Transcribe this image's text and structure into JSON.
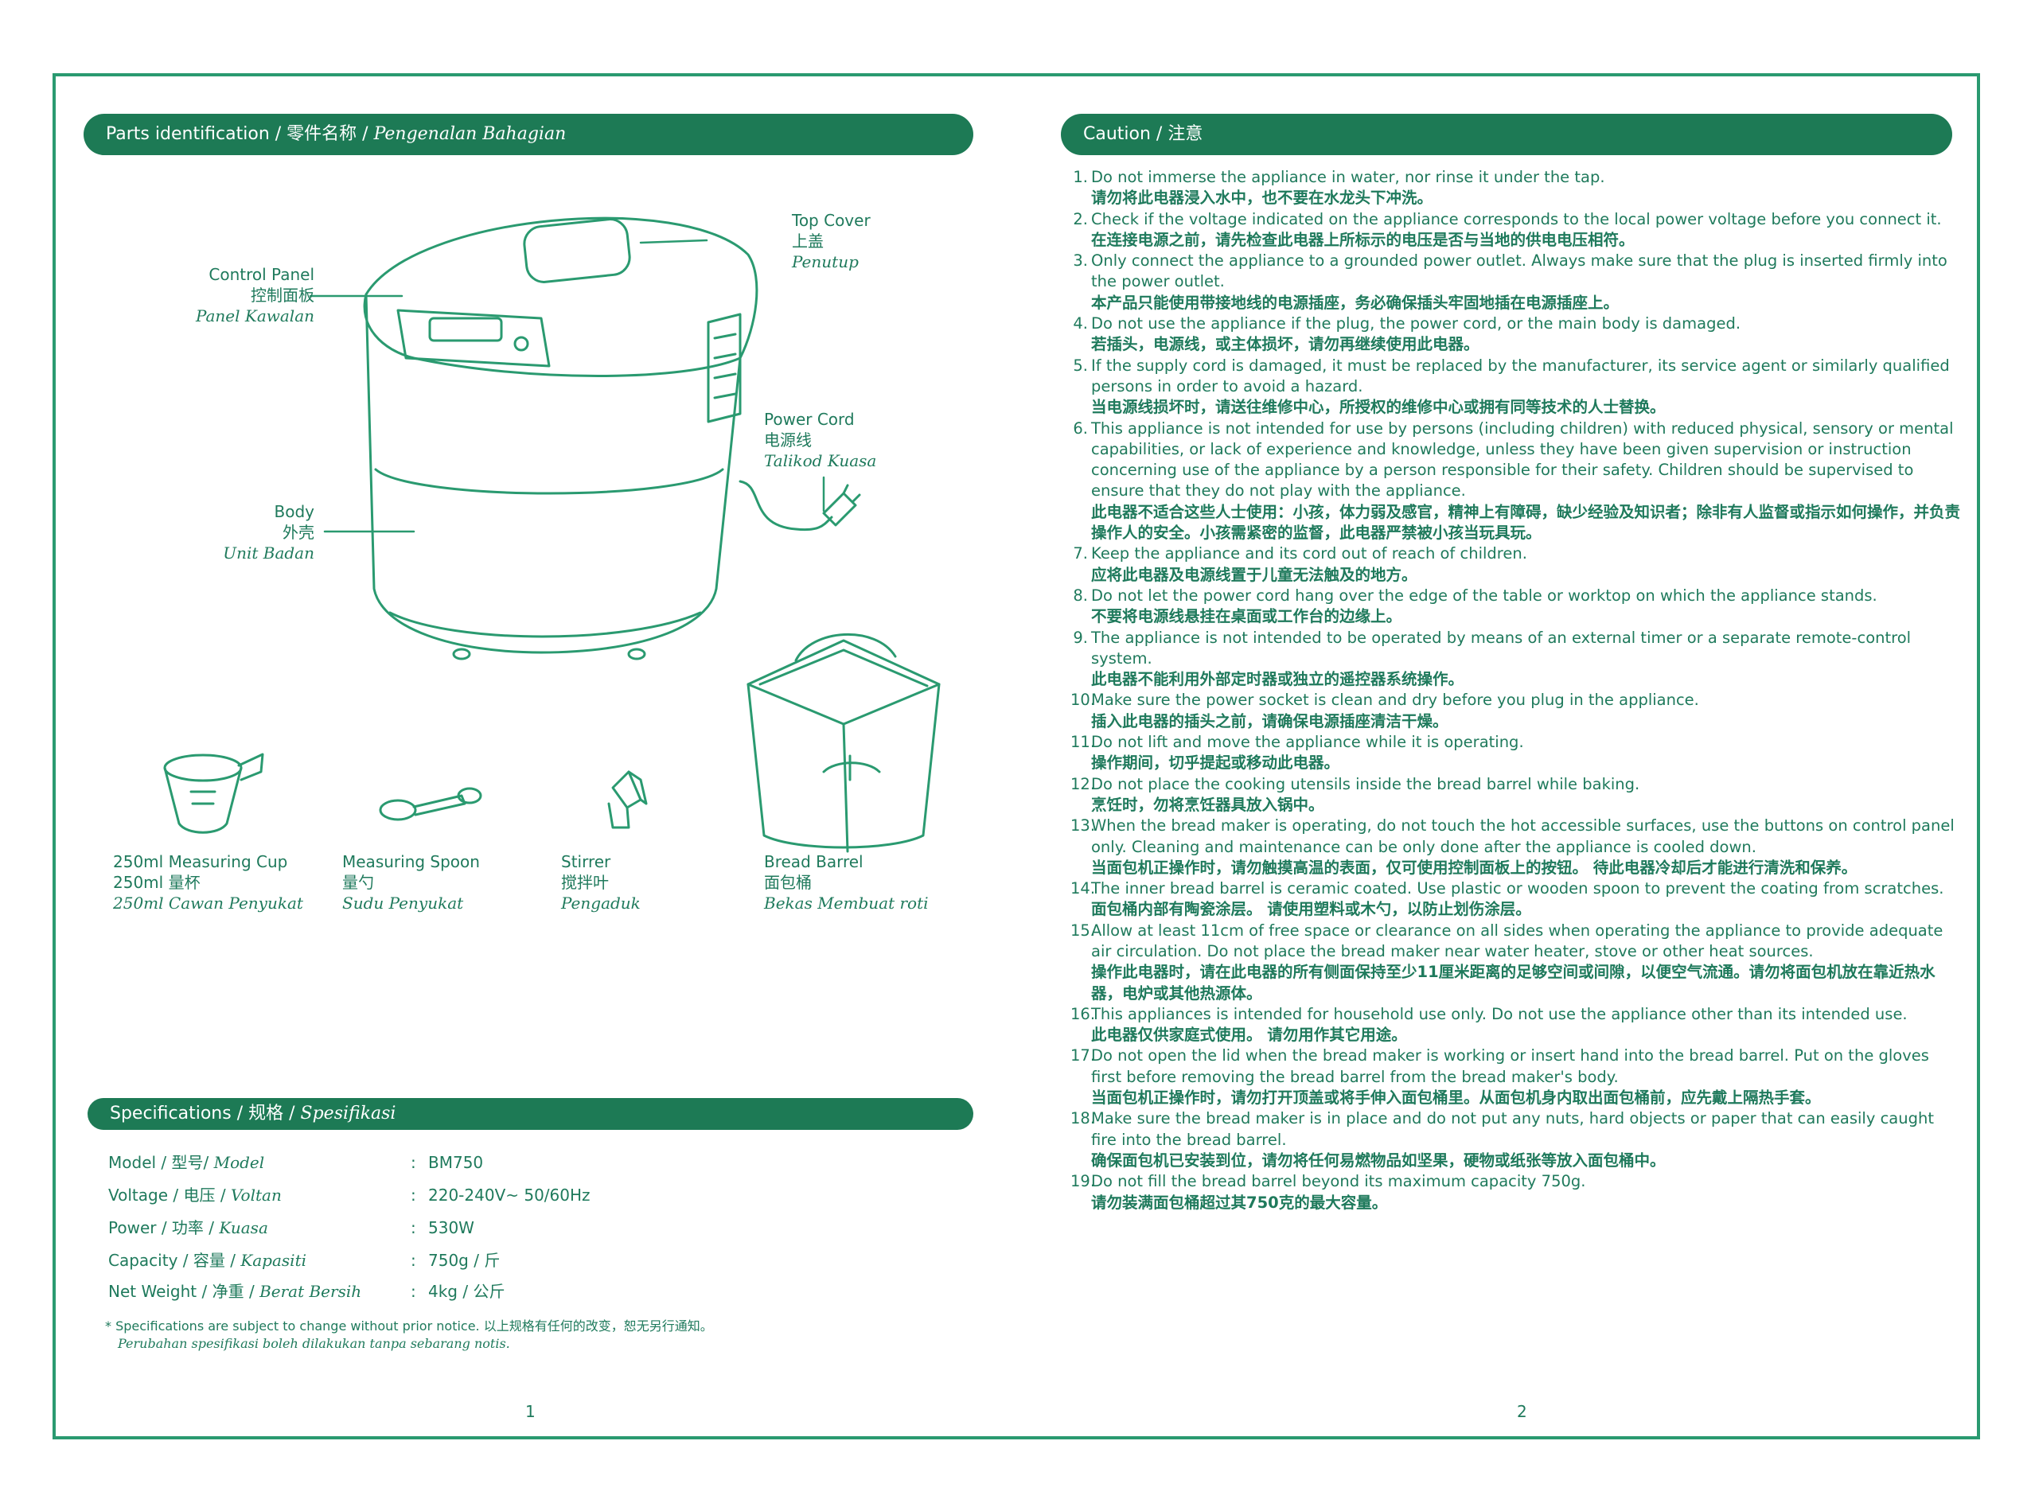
{
  "colors": {
    "accent": "#1d7a55",
    "text": "#1f7a5c",
    "frame": "#2a9a70"
  },
  "left": {
    "banner": {
      "en": "Parts identification / 零件名称 / ",
      "ms": "Pengenalan Bahagian"
    },
    "parts": {
      "control_panel": {
        "en": "Control Panel",
        "zh": "控制面板",
        "ms": "Panel Kawalan"
      },
      "top_cover": {
        "en": "Top Cover",
        "zh": "上盖",
        "ms": "Penutup"
      },
      "power_cord": {
        "en": "Power Cord",
        "zh": "电源线",
        "ms": "Talikod Kuasa"
      },
      "body": {
        "en": "Body",
        "zh": "外壳",
        "ms": "Unit Badan"
      },
      "measuring_cup": {
        "en": "250ml Measuring Cup",
        "zh": "250ml 量杯",
        "ms": "250ml Cawan Penyukat"
      },
      "measuring_spoon": {
        "en": "Measuring Spoon",
        "zh": "量勺",
        "ms": "Sudu Penyukat"
      },
      "stirrer": {
        "en": "Stirrer",
        "zh": "搅拌叶",
        "ms": "Pengaduk"
      },
      "bread_barrel": {
        "en": "Bread Barrel",
        "zh": "面包桶",
        "ms": "Bekas Membuat roti"
      }
    },
    "spec_banner": {
      "en": "Specifications / 规格 / ",
      "ms": "Spesifikasi"
    },
    "specs": [
      {
        "key": "Model / 型号/ ",
        "key_ms": "Model",
        "value": "BM750"
      },
      {
        "key": "Voltage / 电压 / ",
        "key_ms": "Voltan",
        "value": "220-240V~ 50/60Hz"
      },
      {
        "key": "Power / 功率 / ",
        "key_ms": "Kuasa",
        "value": "530W"
      },
      {
        "key": "Capacity / 容量 / ",
        "key_ms": "Kapasiti",
        "value": "750g / 斤"
      },
      {
        "key": "Net Weight / 净重 / ",
        "key_ms": "Berat Bersih",
        "value": "4kg / 公斤"
      }
    ],
    "spec_note": {
      "line1": "* Specifications are subject to change without prior notice. 以上规格有任何的改变，恕无另行通知。",
      "line2": "Perubahan spesifikasi boleh dilakukan tanpa sebarang notis."
    },
    "page_number": "1"
  },
  "right": {
    "banner": "Caution / 注意",
    "items": [
      {
        "n": "1.",
        "en": "Do not immerse the appliance in water, nor rinse it under the tap.",
        "zh": "请勿将此电器浸入水中，也不要在水龙头下冲洗。"
      },
      {
        "n": "2.",
        "en": "Check if the voltage indicated on the appliance corresponds to the local power voltage before you connect it.",
        "zh": "在连接电源之前，请先检查此电器上所标示的电压是否与当地的供电电压相符。"
      },
      {
        "n": "3.",
        "en": "Only connect the appliance to a grounded power outlet. Always make sure that the plug is inserted firmly into the power outlet.",
        "zh": "本产品只能使用带接地线的电源插座，务必确保插头牢固地插在电源插座上。"
      },
      {
        "n": "4.",
        "en": "Do not use the appliance if the plug, the power cord, or the main body is damaged.",
        "zh": "若插头，电源线，或主体损坏，请勿再继续使用此电器。"
      },
      {
        "n": "5.",
        "en": "If the supply cord is damaged, it must be replaced by the manufacturer, its service agent or similarly qualified persons in order to avoid a hazard.",
        "zh": "当电源线损坏时，请送往维修中心，所授权的维修中心或拥有同等技术的人士替换。"
      },
      {
        "n": "6.",
        "en": "This appliance is not intended for use by persons (including children) with reduced physical, sensory or mental capabilities, or lack of experience and knowledge, unless they have been given supervision or instruction concerning use of the appliance by a person responsible for their safety. Children should be supervised to ensure that they do not play with the appliance.",
        "zh": "此电器不适合这些人士使用：小孩，体力弱及感官，精神上有障碍，缺少经验及知识者；除非有人监督或指示如何操作，并负责操作人的安全。小孩需紧密的监督，此电器严禁被小孩当玩具玩。"
      },
      {
        "n": "7.",
        "en": "Keep the appliance and its cord out of reach of children.",
        "zh": "应将此电器及电源线置于儿童无法触及的地方。"
      },
      {
        "n": "8.",
        "en": "Do not let the power cord hang over the edge of the table or worktop on which the appliance stands.",
        "zh": "不要将电源线悬挂在桌面或工作台的边缘上。"
      },
      {
        "n": "9.",
        "en": "The appliance is not intended to be operated by means of an external timer or a separate remote-control system.",
        "zh": "此电器不能利用外部定时器或独立的遥控器系统操作。"
      },
      {
        "n": "10.",
        "en": "Make sure the power socket is clean and dry before you plug in the appliance.",
        "zh": "插入此电器的插头之前，请确保电源插座清洁干燥。"
      },
      {
        "n": "11.",
        "en": "Do not lift and move the appliance while it is operating.",
        "zh": "操作期间，切乎提起或移动此电器。"
      },
      {
        "n": "12.",
        "en": "Do not place the cooking utensils inside the bread barrel while baking.",
        "zh": "烹饪时，勿将烹饪器具放入锅中。"
      },
      {
        "n": "13.",
        "en": "When the bread maker is operating, do not touch the hot accessible surfaces, use the buttons on control panel only. Cleaning and maintenance can be only done after the appliance is cooled down.",
        "zh": "当面包机正操作时，请勿触摸高温的表面，仅可使用控制面板上的按钮。 待此电器冷却后才能进行清洗和保养。"
      },
      {
        "n": "14.",
        "en": "The inner bread barrel is ceramic coated. Use plastic or wooden spoon to prevent the coating from scratches.",
        "zh": "面包桶内部有陶瓷涂层。 请使用塑料或木勺，以防止划伤涂层。"
      },
      {
        "n": "15.",
        "en": "Allow at least 11cm of free space or clearance on all sides when operating the appliance to provide adequate air circulation. Do not place the bread maker near water heater, stove or other heat sources.",
        "zh": "操作此电器时，请在此电器的所有侧面保持至少11厘米距离的足够空间或间隙，以便空气流通。请勿将面包机放在靠近热水器，电炉或其他热源体。"
      },
      {
        "n": "16.",
        "en": "This appliances is intended for household use only. Do not use the appliance other than its intended use.",
        "zh": "此电器仅供家庭式使用。 请勿用作其它用途。"
      },
      {
        "n": "17.",
        "en": "Do not open the lid when the bread maker is working or insert hand into the bread barrel. Put on the gloves first before removing the bread barrel from the bread maker's body.",
        "zh": "当面包机正操作时，请勿打开顶盖或将手伸入面包桶里。从面包机身内取出面包桶前，应先戴上隔热手套。"
      },
      {
        "n": "18.",
        "en": "Make sure the bread maker is in place and do not put any nuts, hard objects or paper that can easily caught fire into the bread barrel.",
        "zh": "确保面包机已安装到位，请勿将任何易燃物品如坚果，硬物或纸张等放入面包桶中。"
      },
      {
        "n": "19.",
        "en": "Do not fill the bread barrel beyond its maximum capacity 750g.",
        "zh": "请勿装满面包桶超过其750克的最大容量。"
      }
    ],
    "page_number": "2"
  }
}
